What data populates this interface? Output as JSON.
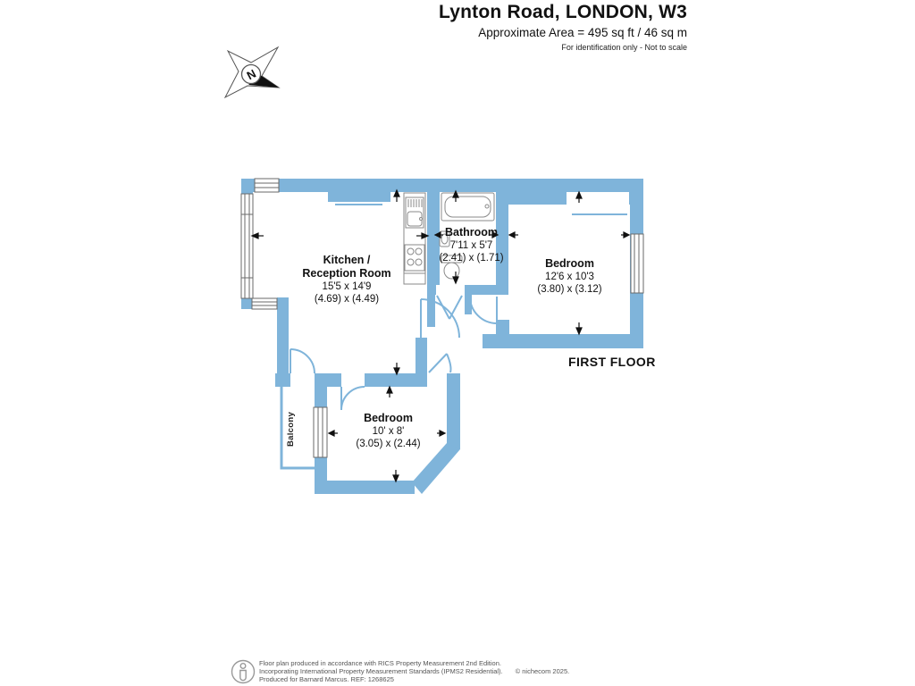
{
  "header": {
    "title": "Lynton Road, LONDON, W3",
    "area": "Approximate Area = 495 sq ft / 46 sq m",
    "disclaimer": "For identification only - Not to scale"
  },
  "floor_label": "FIRST FLOOR",
  "compass": {
    "letter": "N"
  },
  "rooms": {
    "kitchen": {
      "name_line1": "Kitchen /",
      "name_line2": "Reception Room",
      "dims_imperial": "15'5 x 14'9",
      "dims_metric": "(4.69) x (4.49)"
    },
    "bathroom": {
      "name": "Bathroom",
      "dims_imperial": "7'11 x 5'7",
      "dims_metric": "(2.41) x (1.71)"
    },
    "bedroom1": {
      "name": "Bedroom",
      "dims_imperial": "12'6 x 10'3",
      "dims_metric": "(3.80) x (3.12)"
    },
    "bedroom2": {
      "name": "Bedroom",
      "dims_imperial": "10' x 8'",
      "dims_metric": "(3.05) x (2.44)"
    },
    "balcony": {
      "name": "Balcony"
    }
  },
  "footer": {
    "line1": "Floor plan produced in accordance with RICS Property Measurement 2nd Edition.",
    "line2": "Incorporating International Property Measurement Standards (IPMS2 Residential).",
    "copyright": "© nichecom 2025.",
    "line3": "Produced for Barnard Marcus.   REF: 1268625"
  },
  "colors": {
    "wall": "#7fb4da",
    "fixture_line": "#8a8a8a",
    "arrow": "#111111",
    "text": "#111111",
    "footer_text": "#555555"
  }
}
